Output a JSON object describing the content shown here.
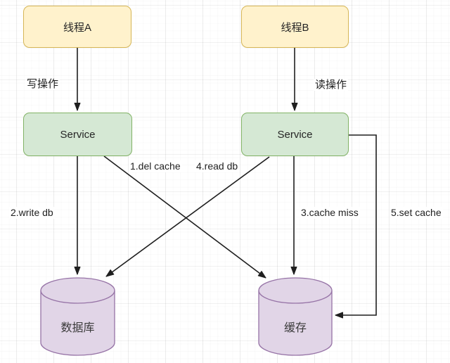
{
  "nodes": {
    "thread_a": {
      "label": "线程A",
      "type": "thread"
    },
    "thread_b": {
      "label": "线程B",
      "type": "thread"
    },
    "service_a": {
      "label": "Service",
      "type": "service"
    },
    "service_b": {
      "label": "Service",
      "type": "service"
    },
    "database": {
      "label": "数据库",
      "type": "cylinder"
    },
    "cache": {
      "label": "缓存",
      "type": "cylinder"
    }
  },
  "edges": {
    "write_op": {
      "label": "写操作",
      "from": "thread_a",
      "to": "service_a"
    },
    "read_op": {
      "label": "读操作",
      "from": "thread_b",
      "to": "service_b"
    },
    "del_cache": {
      "label": "1.del cache",
      "from": "service_a",
      "to": "cache"
    },
    "write_db": {
      "label": "2.write db",
      "from": "service_a",
      "to": "database"
    },
    "cache_miss": {
      "label": "3.cache miss",
      "from": "service_b",
      "to": "cache"
    },
    "read_db": {
      "label": "4.read db",
      "from": "service_b",
      "to": "database"
    },
    "set_cache": {
      "label": "5.set cache",
      "from": "service_b",
      "to": "cache"
    }
  },
  "colors": {
    "thread_fill": "#fff2cc",
    "thread_border": "#d6b656",
    "service_fill": "#d5e8d4",
    "service_border": "#82b366",
    "cylinder_fill": "#e1d5e7",
    "cylinder_border": "#9673a6",
    "connector": "#1f1f1f",
    "text": "#252525",
    "background": "#ffffff"
  }
}
